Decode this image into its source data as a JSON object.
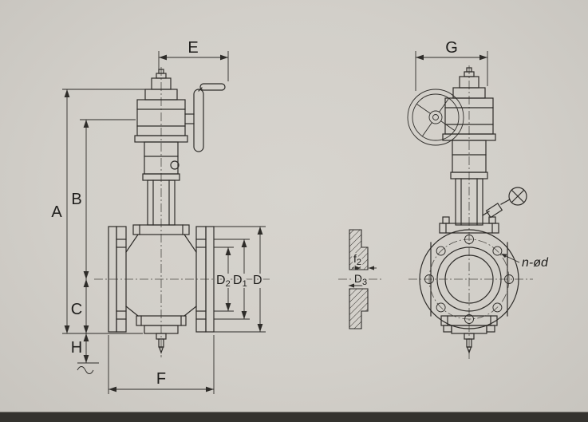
{
  "drawing": {
    "dims": {
      "A": "A",
      "B": "B",
      "C": "C",
      "E": "E",
      "F": "F",
      "G": "G",
      "H": "H",
      "D": "D",
      "D1": {
        "main": "D",
        "sub": "1"
      },
      "D2": {
        "main": "D",
        "sub": "2"
      },
      "D3": {
        "main": "D",
        "sub": "3"
      },
      "f2": {
        "main": "f",
        "sub": "2"
      },
      "n_od": "n-ød"
    },
    "colors": {
      "paper": "#d3d0ca",
      "line": "#2e2c29",
      "text": "#1f1e1c",
      "footer_bar": "#34322e"
    }
  }
}
